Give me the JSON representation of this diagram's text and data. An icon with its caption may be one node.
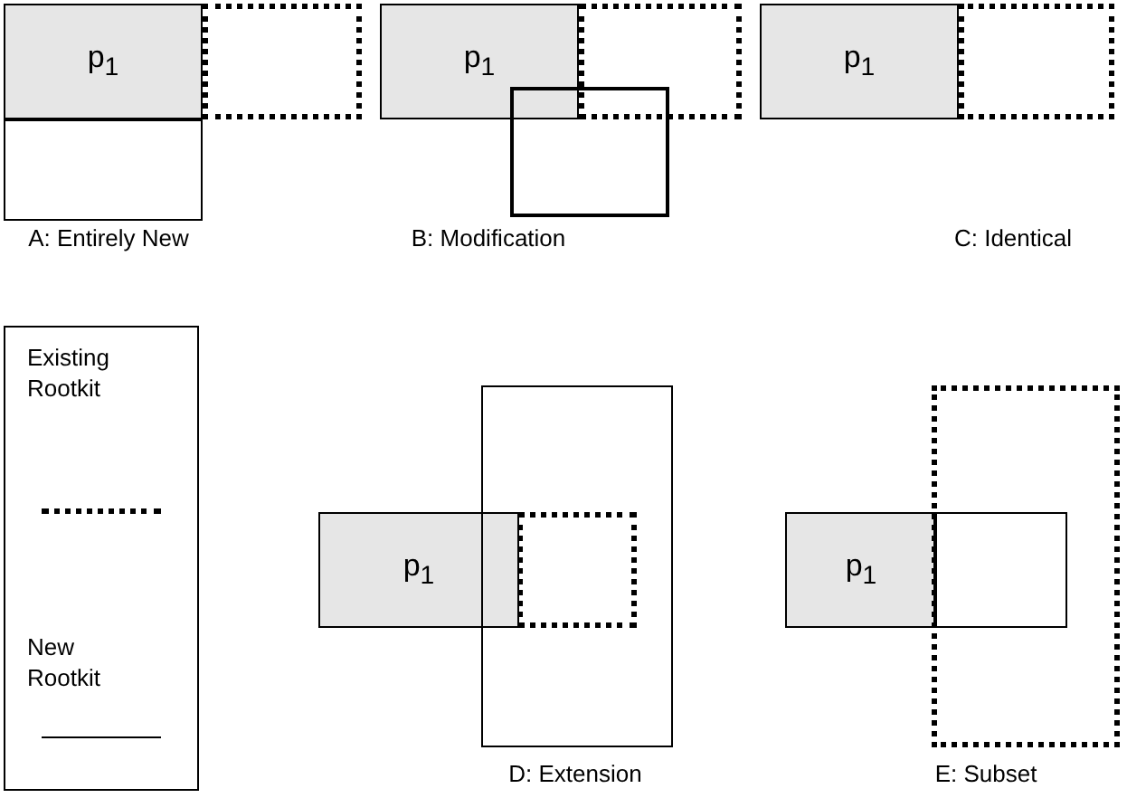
{
  "diagram": {
    "nodes": [
      {
        "text": [
          "p$_{1}$"
        ]
      },
      {
        "text": [],
        "shape": "box"
      },
      {
        "text": [],
        "shape": "box"
      },
      {
        "text": [
          "p$_{1}$"
        ]
      },
      {
        "text": [],
        "shape": "box"
      },
      {
        "text": [],
        "shape": "box"
      },
      {
        "text": [
          "p$_{1}$"
        ]
      },
      {
        "text": [],
        "shape": "box"
      },
      {
        "text": [
          "p$_{1}$"
        ]
      },
      {
        "text": [],
        "shape": "box"
      },
      {
        "text": [],
        "shape": "box",
        "in": 9
      },
      {
        "text": [
          "p$_{1}$"
        ]
      },
      {
        "text": [],
        "shape": "box"
      },
      {
        "text": [],
        "shape": "box",
        "in": 12
      }
    ],
    "labels": [
      "A: Entirely New",
      "B: Modification",
      "C: Identical",
      "D: Extension",
      "E: Subset"
    ],
    "legend": [
      {
        "text": "Existing Rootkit"
      },
      {
        "text": "New Rootkit"
      }
    ]
  }
}
